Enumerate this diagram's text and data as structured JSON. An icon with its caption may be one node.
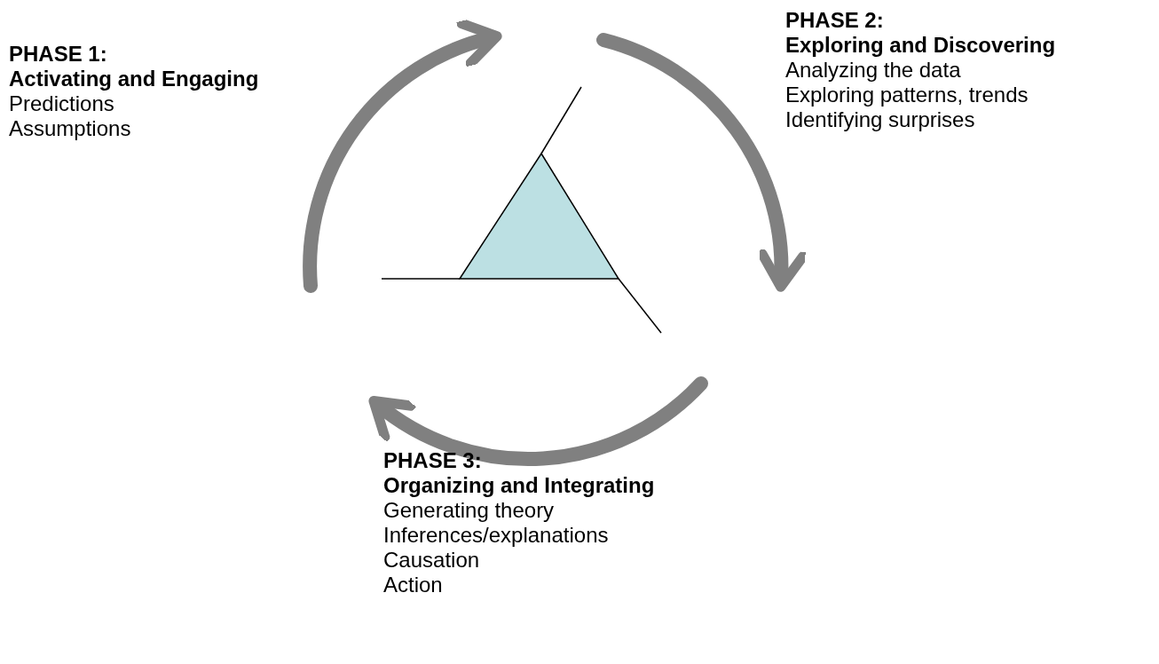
{
  "diagram": {
    "nodes": [
      {
        "text": [
          "PHASE 1:",
          "Activating and Engaging",
          "Predictions",
          "Assumptions"
        ]
      },
      {
        "text": [
          "PHASE 2:",
          "Exploring and Discovering",
          "Analyzing the data",
          "Exploring patterns, trends",
          "Identifying surprises"
        ]
      },
      {
        "text": [
          "PHASE 3:",
          "Organizing and Integrating",
          "Generating theory",
          "Inferences/explanations",
          "Causation",
          "Action"
        ]
      }
    ]
  }
}
